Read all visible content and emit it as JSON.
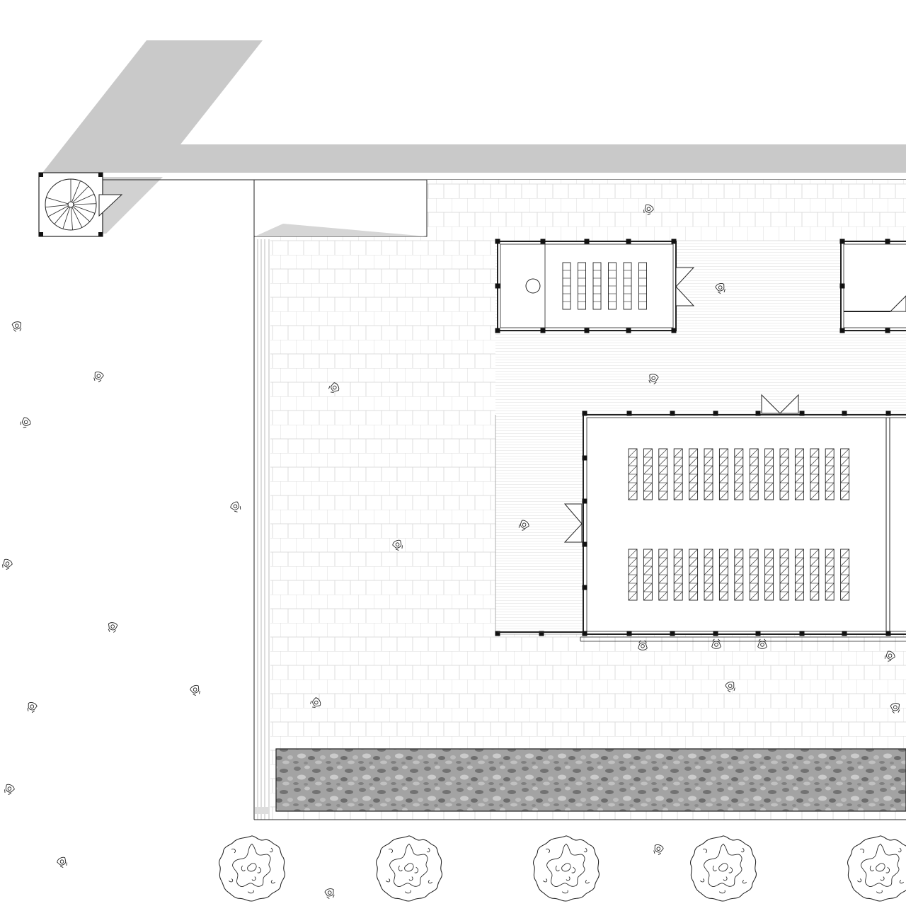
{
  "drawing": {
    "kind": "architectural site plan",
    "colors": {
      "background": "#ffffff",
      "shadow": "#c9c9c9",
      "line": "#222222",
      "light_line": "#bdbdbd",
      "paving_line": "#d4d4d4",
      "deck_line": "#cfcfcf",
      "column": "#111111",
      "planter_fill": "#9a9a9a",
      "planter_dark": "#6e6e6e"
    },
    "elements": {
      "spiral_stair": "spiral-stair-icon",
      "tree_symbol": "tree-icon",
      "person_symbol": "person-icon",
      "column_symbol": "column-icon",
      "door_symbol": "door-swing-icon"
    },
    "counts": {
      "trees": 5,
      "large_hall_seating_rows": 2,
      "large_hall_benches_per_row": 15,
      "small_room_benches": 6
    }
  }
}
